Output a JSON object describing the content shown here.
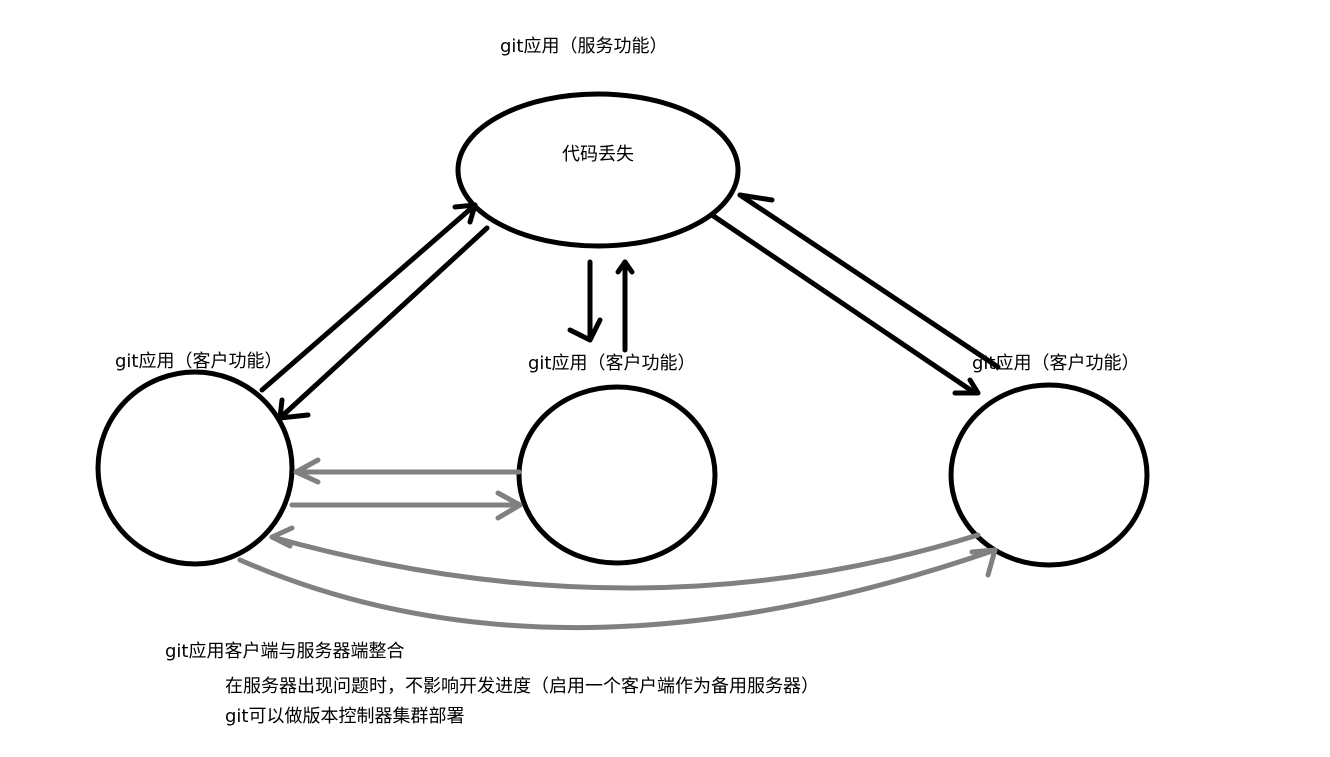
{
  "server": {
    "title": "git应用（服务功能）",
    "inner": "代码丢失"
  },
  "clients": [
    {
      "title": "git应用（客户功能）"
    },
    {
      "title": "git应用（客户功能）"
    },
    {
      "title": "git应用（客户功能）"
    }
  ],
  "notes": [
    "git应用客户端与服务器端整合",
    "在服务器出现问题时，不影响开发进度（启用一个客户端作为备用服务器）",
    "git可以做版本控制器集群部署"
  ],
  "colors": {
    "server_link": "#000000",
    "peer_link": "#808080"
  }
}
